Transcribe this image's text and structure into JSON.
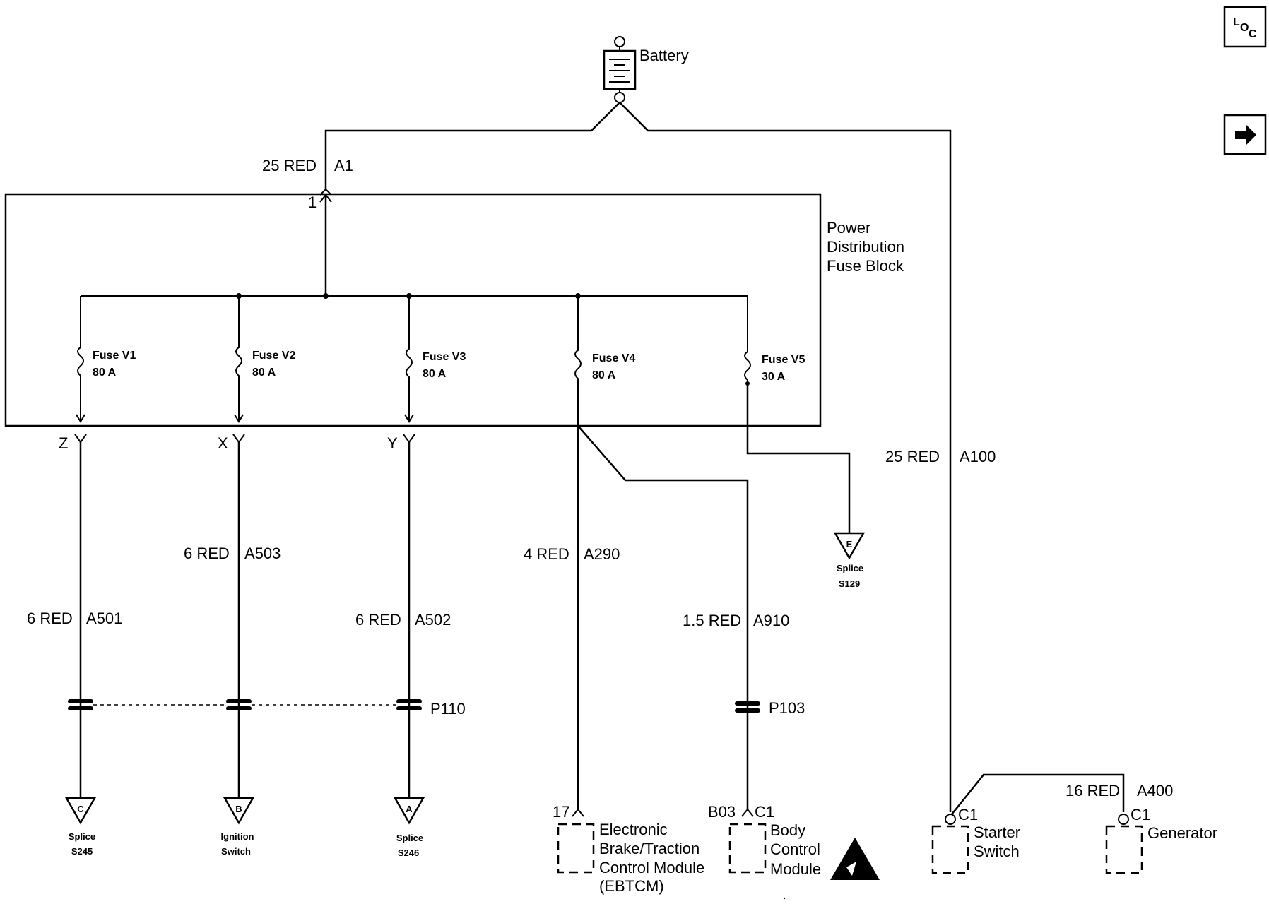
{
  "battery": {
    "label": "Battery"
  },
  "nav": {
    "loc_icon": "loc-icon",
    "next_icon": "arrow-right-icon",
    "loc_text_l": "L",
    "loc_text_o": "O",
    "loc_text_c": "C"
  },
  "pdfb": {
    "line1": "Power",
    "line2": "Distribution",
    "line3": "Fuse Block",
    "pin": "1"
  },
  "wires": {
    "a1": {
      "gauge": "25 RED",
      "circuit": "A1"
    },
    "a100": {
      "gauge": "25 RED",
      "circuit": "A100"
    },
    "a501": {
      "gauge": "6 RED",
      "circuit": "A501"
    },
    "a503": {
      "gauge": "6 RED",
      "circuit": "A503"
    },
    "a502": {
      "gauge": "6 RED",
      "circuit": "A502"
    },
    "a290": {
      "gauge": "4 RED",
      "circuit": "A290"
    },
    "a910": {
      "gauge": "1.5 RED",
      "circuit": "A910"
    },
    "a400": {
      "gauge": "16 RED",
      "circuit": "A400"
    }
  },
  "fuses": [
    {
      "name": "Fuse V1",
      "rating": "80 A"
    },
    {
      "name": "Fuse V2",
      "rating": "80 A"
    },
    {
      "name": "Fuse V3",
      "rating": "80 A"
    },
    {
      "name": "Fuse V4",
      "rating": "80 A"
    },
    {
      "name": "Fuse V5",
      "rating": "30 A"
    }
  ],
  "outputs": {
    "z": "Z",
    "x": "X",
    "y": "Y"
  },
  "connectors": {
    "p110": "P110",
    "p103": "P103"
  },
  "splices": {
    "c": {
      "letter": "C",
      "l1": "Splice",
      "l2": "S245"
    },
    "b": {
      "letter": "B",
      "l1": "Ignition",
      "l2": "Switch"
    },
    "a": {
      "letter": "A",
      "l1": "Splice",
      "l2": "S246"
    },
    "e": {
      "letter": "E",
      "l1": "Splice",
      "l2": "S129"
    }
  },
  "modules": {
    "ebtcm": {
      "pin": "17",
      "l1": "Electronic",
      "l2": "Brake/Traction",
      "l3": "Control Module",
      "l4": "(EBTCM)"
    },
    "bcm": {
      "pin": "B03",
      "conn": "C1",
      "l1": "Body",
      "l2": "Control",
      "l3": "Module"
    },
    "starter": {
      "conn": "C1",
      "l1": "Starter",
      "l2": "Switch"
    },
    "generator": {
      "conn": "C1",
      "l1": "Generator"
    }
  }
}
